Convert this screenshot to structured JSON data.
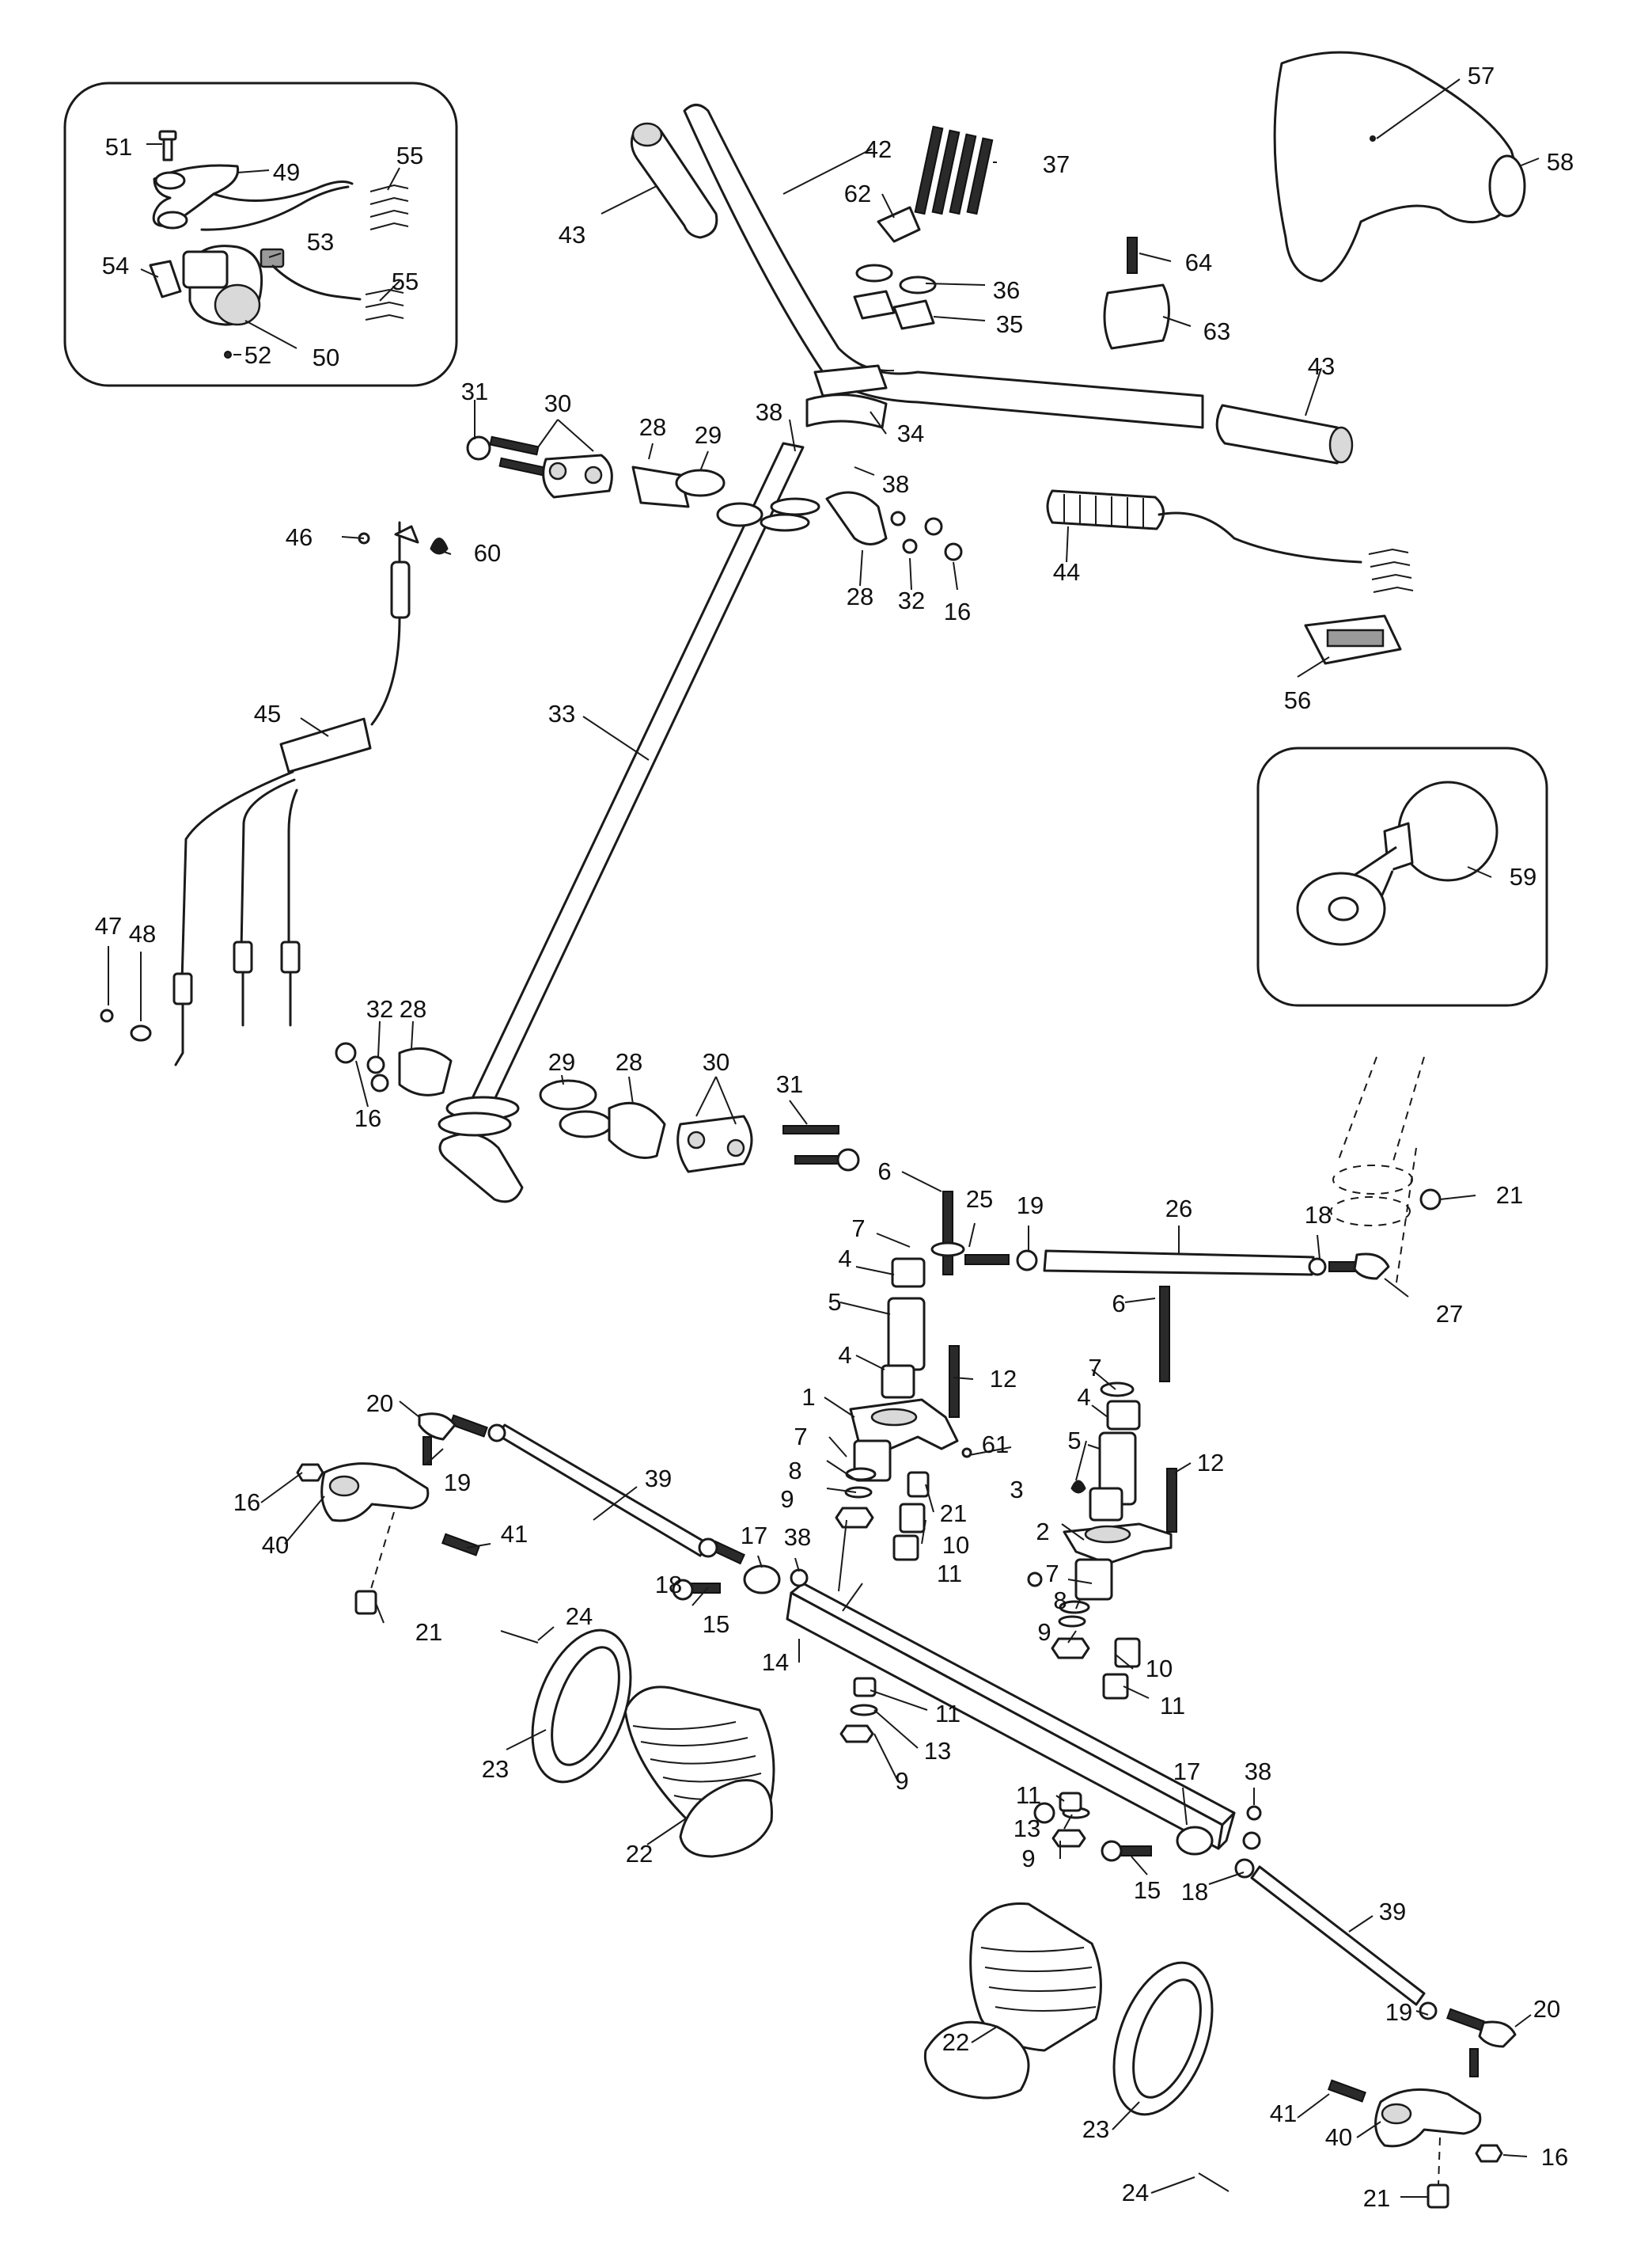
{
  "callouts": [
    {
      "id": "c51",
      "text": "51"
    },
    {
      "id": "c49",
      "text": "49"
    },
    {
      "id": "c55a",
      "text": "55"
    },
    {
      "id": "c53",
      "text": "53"
    },
    {
      "id": "c54",
      "text": "54"
    },
    {
      "id": "c55b",
      "text": "55"
    },
    {
      "id": "c52",
      "text": "52"
    },
    {
      "id": "c50",
      "text": "50"
    },
    {
      "id": "c43a",
      "text": "43"
    },
    {
      "id": "c42",
      "text": "42"
    },
    {
      "id": "c37",
      "text": "37"
    },
    {
      "id": "c62",
      "text": "62"
    },
    {
      "id": "c36",
      "text": "36"
    },
    {
      "id": "c35",
      "text": "35"
    },
    {
      "id": "c64",
      "text": "64"
    },
    {
      "id": "c63",
      "text": "63"
    },
    {
      "id": "c57",
      "text": "57"
    },
    {
      "id": "c58",
      "text": "58"
    },
    {
      "id": "c43b",
      "text": "43"
    },
    {
      "id": "c34",
      "text": "34"
    },
    {
      "id": "c38a",
      "text": "38"
    },
    {
      "id": "c38b",
      "text": "38"
    },
    {
      "id": "c31a",
      "text": "31"
    },
    {
      "id": "c30a",
      "text": "30"
    },
    {
      "id": "c28a",
      "text": "28"
    },
    {
      "id": "c29a",
      "text": "29"
    },
    {
      "id": "c28b",
      "text": "28"
    },
    {
      "id": "c32a",
      "text": "32"
    },
    {
      "id": "c16a",
      "text": "16"
    },
    {
      "id": "c46",
      "text": "46"
    },
    {
      "id": "c60",
      "text": "60"
    },
    {
      "id": "c44",
      "text": "44"
    },
    {
      "id": "c56",
      "text": "56"
    },
    {
      "id": "c45",
      "text": "45"
    },
    {
      "id": "c33",
      "text": "33"
    },
    {
      "id": "c59",
      "text": "59"
    },
    {
      "id": "c47",
      "text": "47"
    },
    {
      "id": "c48",
      "text": "48"
    },
    {
      "id": "c32b",
      "text": "32"
    },
    {
      "id": "c28c",
      "text": "28"
    },
    {
      "id": "c16b",
      "text": "16"
    },
    {
      "id": "c29b",
      "text": "29"
    },
    {
      "id": "c28d",
      "text": "28"
    },
    {
      "id": "c30b",
      "text": "30"
    },
    {
      "id": "c31b",
      "text": "31"
    },
    {
      "id": "c6a",
      "text": "6"
    },
    {
      "id": "c25",
      "text": "25"
    },
    {
      "id": "c19a",
      "text": "19"
    },
    {
      "id": "c26",
      "text": "26"
    },
    {
      "id": "c18a",
      "text": "18"
    },
    {
      "id": "c21a",
      "text": "21"
    },
    {
      "id": "c27",
      "text": "27"
    },
    {
      "id": "c7a",
      "text": "7"
    },
    {
      "id": "c4a",
      "text": "4"
    },
    {
      "id": "c5a",
      "text": "5"
    },
    {
      "id": "c4b",
      "text": "4"
    },
    {
      "id": "c12a",
      "text": "12"
    },
    {
      "id": "c6b",
      "text": "6"
    },
    {
      "id": "c7b",
      "text": "7"
    },
    {
      "id": "c4c",
      "text": "4"
    },
    {
      "id": "c1",
      "text": "1"
    },
    {
      "id": "c20a",
      "text": "20"
    },
    {
      "id": "c19b",
      "text": "19"
    },
    {
      "id": "c39a",
      "text": "39"
    },
    {
      "id": "c16c",
      "text": "16"
    },
    {
      "id": "c40a",
      "text": "40"
    },
    {
      "id": "c7c",
      "text": "7"
    },
    {
      "id": "c8a",
      "text": "8"
    },
    {
      "id": "c9a",
      "text": "9"
    },
    {
      "id": "c61",
      "text": "61"
    },
    {
      "id": "c3",
      "text": "3"
    },
    {
      "id": "c5b",
      "text": "5"
    },
    {
      "id": "c12b",
      "text": "12"
    },
    {
      "id": "c21b",
      "text": "21"
    },
    {
      "id": "c2",
      "text": "2"
    },
    {
      "id": "c10a",
      "text": "10"
    },
    {
      "id": "c41a",
      "text": "41"
    },
    {
      "id": "c17a",
      "text": "17"
    },
    {
      "id": "c38c",
      "text": "38"
    },
    {
      "id": "c11a",
      "text": "11"
    },
    {
      "id": "c7d",
      "text": "7"
    },
    {
      "id": "c18b",
      "text": "18"
    },
    {
      "id": "c8b",
      "text": "8"
    },
    {
      "id": "c15a",
      "text": "15"
    },
    {
      "id": "c9b",
      "text": "9"
    },
    {
      "id": "c21c",
      "text": "21"
    },
    {
      "id": "c24a",
      "text": "24"
    },
    {
      "id": "c10b",
      "text": "10"
    },
    {
      "id": "c14",
      "text": "14"
    },
    {
      "id": "c11b",
      "text": "11"
    },
    {
      "id": "c11c",
      "text": "11"
    },
    {
      "id": "c13a",
      "text": "13"
    },
    {
      "id": "c23a",
      "text": "23"
    },
    {
      "id": "c9c",
      "text": "9"
    },
    {
      "id": "c22a",
      "text": "22"
    },
    {
      "id": "c17b",
      "text": "17"
    },
    {
      "id": "c38d",
      "text": "38"
    },
    {
      "id": "c11d",
      "text": "11"
    },
    {
      "id": "c13b",
      "text": "13"
    },
    {
      "id": "c9d",
      "text": "9"
    },
    {
      "id": "c15b",
      "text": "15"
    },
    {
      "id": "c18c",
      "text": "18"
    },
    {
      "id": "c39b",
      "text": "39"
    },
    {
      "id": "c22b",
      "text": "22"
    },
    {
      "id": "c19c",
      "text": "19"
    },
    {
      "id": "c20b",
      "text": "20"
    },
    {
      "id": "c41b",
      "text": "41"
    },
    {
      "id": "c23b",
      "text": "23"
    },
    {
      "id": "c40b",
      "text": "40"
    },
    {
      "id": "c16d",
      "text": "16"
    },
    {
      "id": "c24b",
      "text": "24"
    },
    {
      "id": "c21d",
      "text": "21"
    }
  ]
}
